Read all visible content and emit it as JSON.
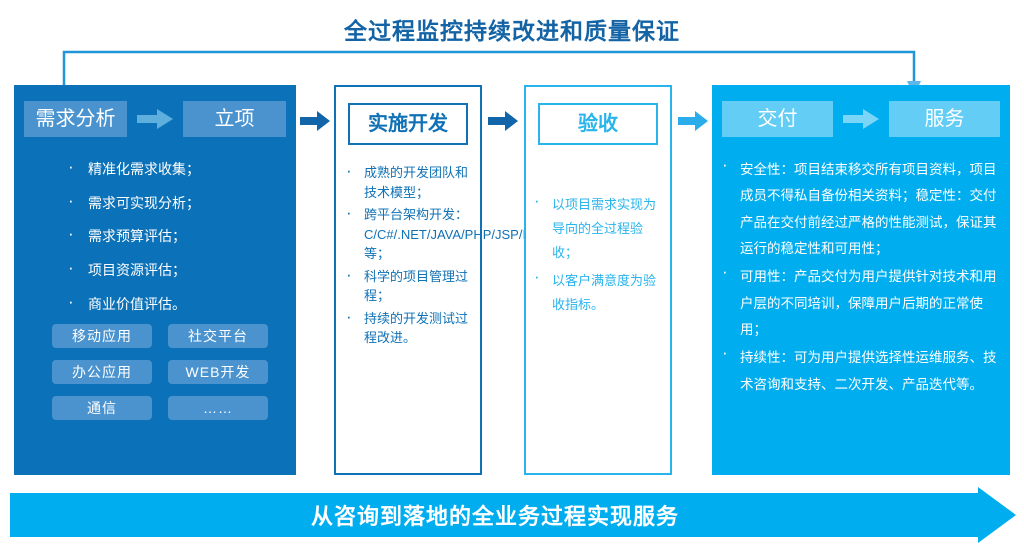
{
  "title": "全过程监控持续改进和质量保证",
  "bottom_banner": "从咨询到落地的全业务过程实现服务",
  "colors": {
    "dark_blue": "#0b72b9",
    "cyan": "#00aeef",
    "outline_dark": "#1071b5",
    "outline_cyan": "#29b4ec",
    "chip_on_dark": "#4a93cf",
    "chip_on_cyan": "#63cdf6",
    "title_color": "#1464a5"
  },
  "columns": [
    {
      "id": "col1",
      "style": "filled-dark",
      "heads": [
        "需求分析",
        "立项"
      ],
      "arrow_icon": "right-arrow-icon",
      "bullets": [
        "精准化需求收集；",
        "需求可实现分析；",
        "需求预算评估；",
        "项目资源评估；",
        "商业价值评估。"
      ],
      "tags": [
        "移动应用",
        "社交平台",
        "办公应用",
        "WEB开发",
        "通信",
        "……"
      ]
    },
    {
      "id": "col2",
      "style": "outline-dark",
      "heads": [
        "实施开发"
      ],
      "bullets": [
        "成熟的开发团队和技术模型；",
        "跨平台架构开发：C/C#/.NET/JAVA/PHP/JSP/IOS/Android等；",
        "科学的项目管理过程；",
        "持续的开发测试过程改进。"
      ]
    },
    {
      "id": "col3",
      "style": "outline-cyan",
      "heads": [
        "验收"
      ],
      "bullets": [
        "以项目需求实现为导向的全过程验收；",
        "以客户满意度为验收指标。"
      ]
    },
    {
      "id": "col4",
      "style": "filled-cyan",
      "heads": [
        "交付",
        "服务"
      ],
      "arrow_icon": "right-arrow-icon",
      "bullets": [
        "安全性：项目结束移交所有项目资料，项目成员不得私自备份相关资料；稳定性：交付产品在交付前经过严格的性能测试，保证其运行的稳定性和可用性；",
        "可用性：产品交付为用户提供针对技术和用户层的不同培训，保障用户后期的正常使用；",
        "持续性：可为用户提供选择性运维服务、技术咨询和支持、二次开发、产品迭代等。"
      ]
    }
  ],
  "step_arrows": [
    "step-arrow-1",
    "step-arrow-2",
    "step-arrow-3"
  ]
}
